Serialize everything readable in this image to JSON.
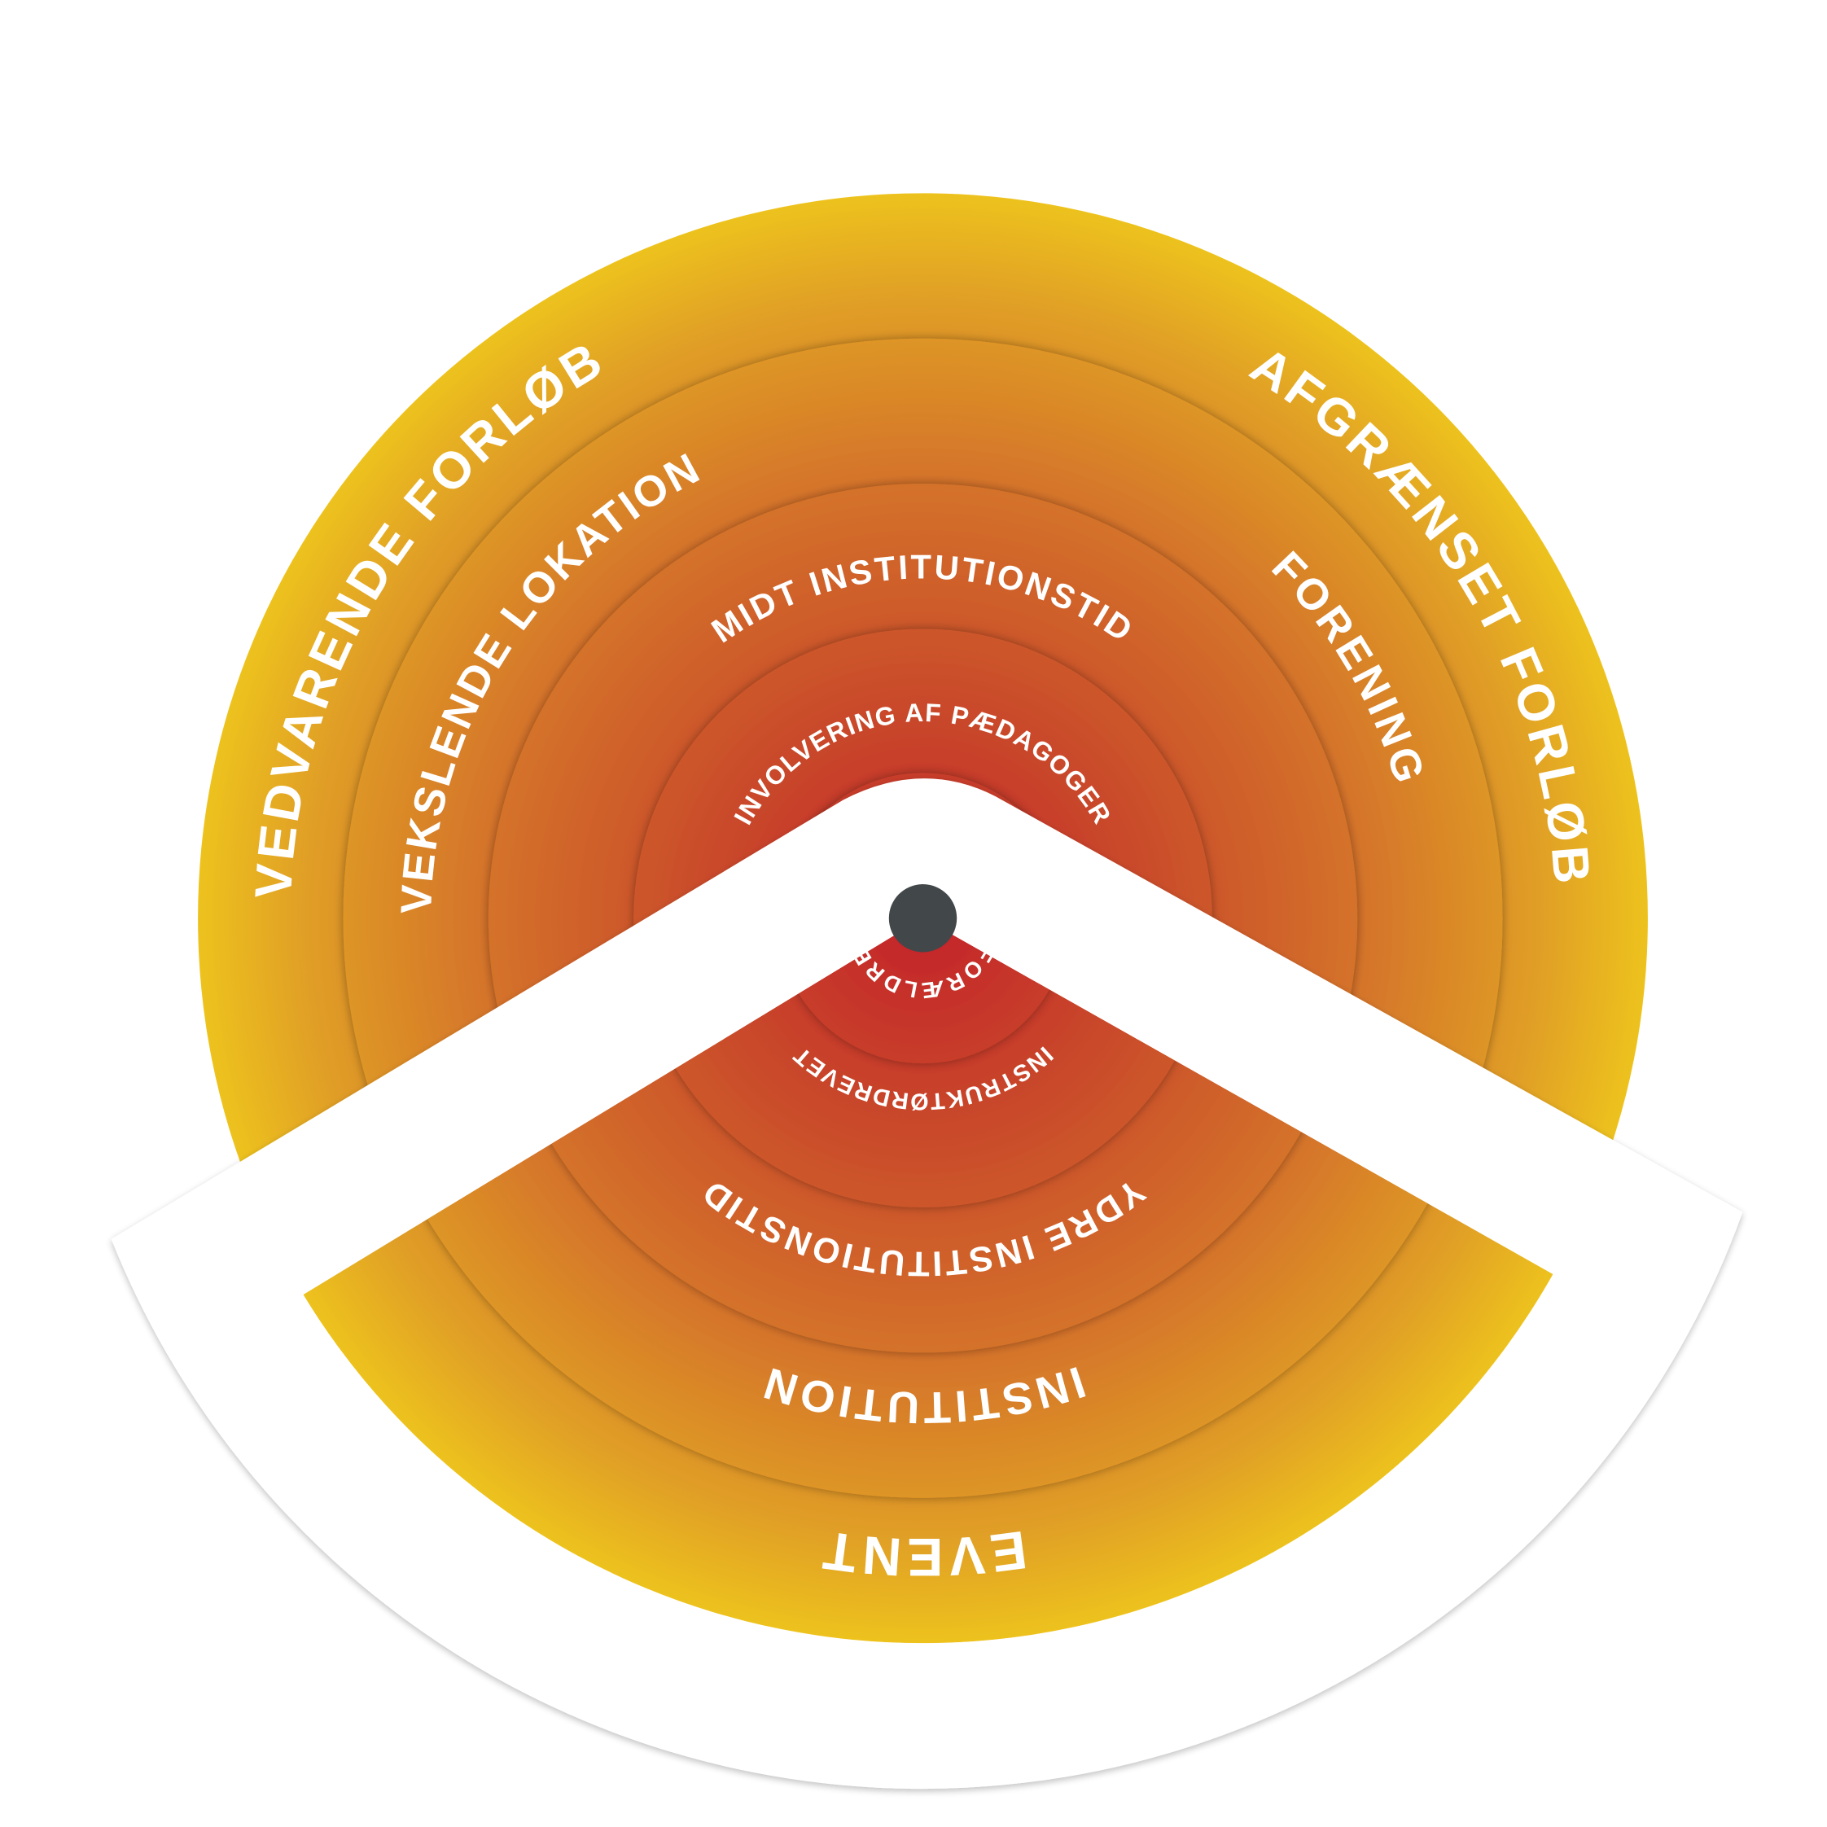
{
  "colors": {
    "center": "#c4282a",
    "mid": "#d4722a",
    "edge": "#edc21d",
    "hub": "#42474a",
    "background": "#ffffff"
  },
  "upper_labels": {
    "vedvarende": "VEDVARENDE FORLØB",
    "afgraenset": "AFGRÆNSET FORLØB",
    "vekslende": "VEKSLENDE LOKATION",
    "forening": "FORENING",
    "midt": "MIDT INSTITUTIONSTID",
    "involvering": "INVOLVERING AF PÆDAGOGER"
  },
  "lower_labels": {
    "foraeldre": "FORÆLDRE",
    "instruktor": "INSTRUKTØRDREVET",
    "ydre": "YDRE INSTITUTIONSTID",
    "institution": "INSTITUTION",
    "event": "EVENT"
  }
}
